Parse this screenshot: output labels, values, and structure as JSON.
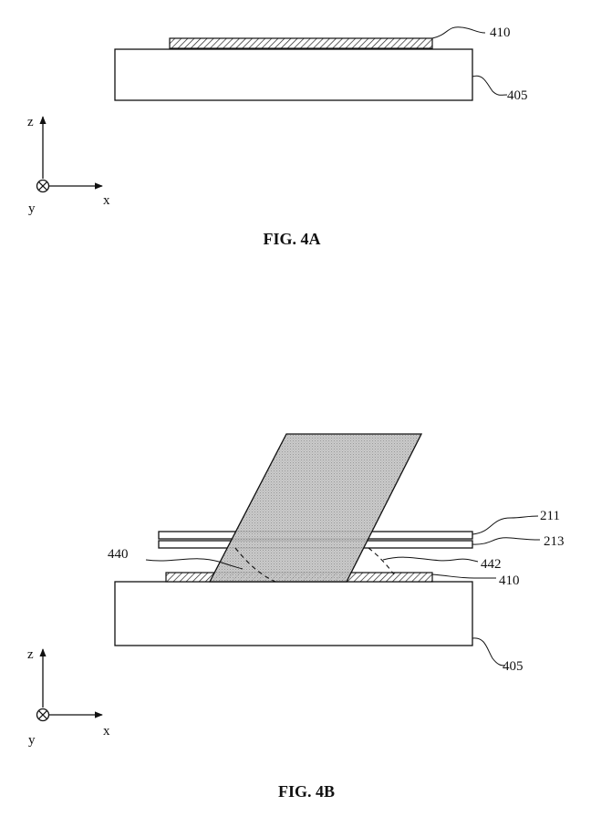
{
  "fig_4a": {
    "caption": "FIG. 4A",
    "labels": {
      "layer": "410",
      "substrate": "405"
    },
    "axes": {
      "z": "z",
      "x": "x",
      "y": "y"
    }
  },
  "fig_4b": {
    "caption": "FIG. 4B",
    "labels": {
      "upper_plate": "211",
      "lower_plate": "213",
      "left_region": "440",
      "right_region": "442",
      "layer": "410",
      "substrate": "405"
    },
    "axes": {
      "z": "z",
      "x": "x",
      "y": "y"
    }
  }
}
